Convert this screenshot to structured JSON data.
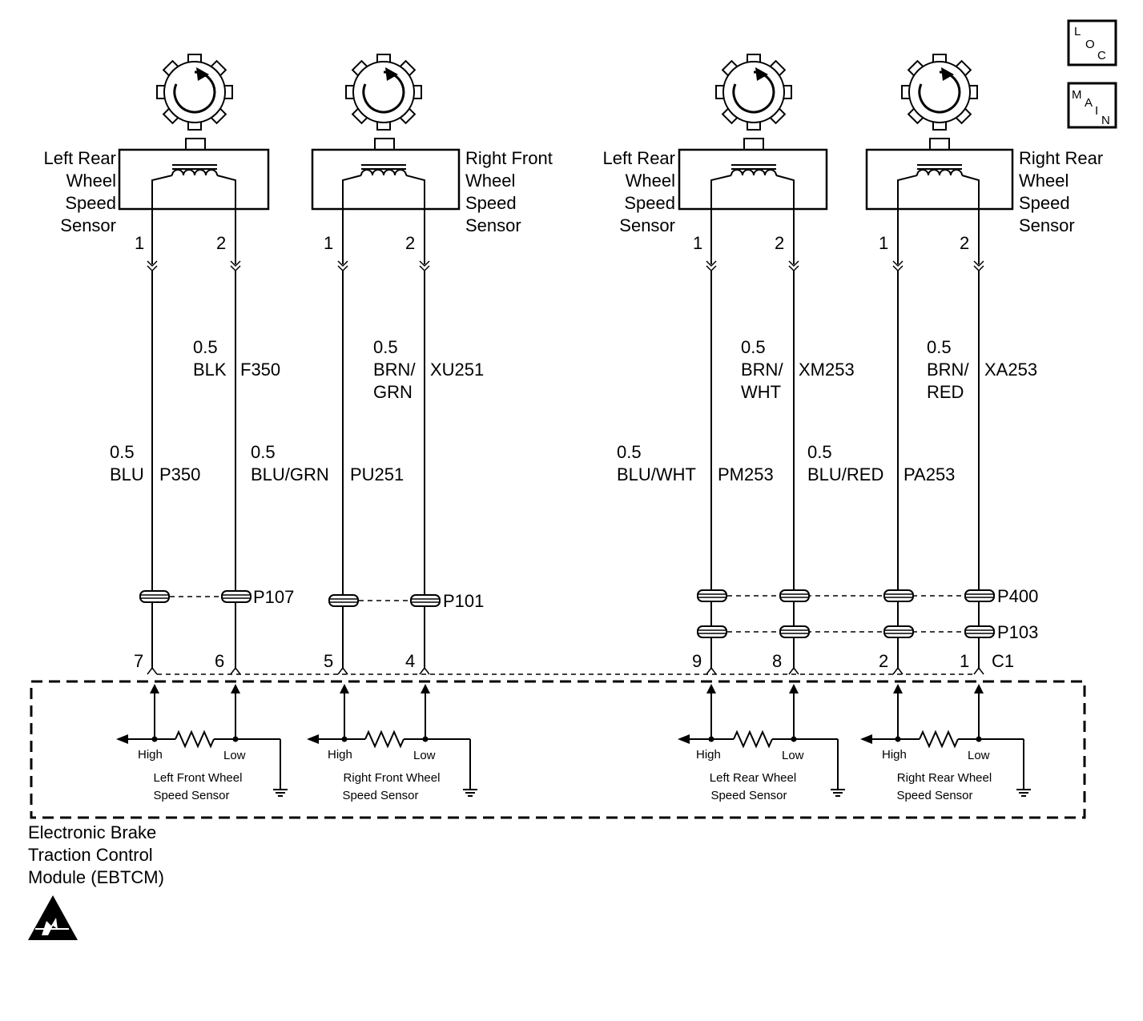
{
  "loc_box": {
    "l1": "L",
    "l2": "O",
    "l3": "C"
  },
  "main_box": {
    "l1": "M",
    "l2": "A",
    "l3": "I",
    "l4": "N"
  },
  "sensors": [
    {
      "name_lines": [
        "Left Rear",
        "Wheel",
        "Speed",
        "Sensor"
      ],
      "pin1": "1",
      "pin2": "2"
    },
    {
      "name_lines": [
        "Right Front",
        "Wheel",
        "Speed",
        "Sensor"
      ],
      "pin1": "1",
      "pin2": "2"
    },
    {
      "name_lines": [
        "Left Rear",
        "Wheel",
        "Speed",
        "Sensor"
      ],
      "pin1": "1",
      "pin2": "2"
    },
    {
      "name_lines": [
        "Right Rear",
        "Wheel",
        "Speed",
        "Sensor"
      ],
      "pin1": "1",
      "pin2": "2"
    }
  ],
  "wires": [
    {
      "gauge": "0.5",
      "color": "BLU",
      "circuit": "P350"
    },
    {
      "gauge": "0.5",
      "color": "BLK",
      "circuit": "F350"
    },
    {
      "gauge": "0.5",
      "color": "BLU/GRN",
      "circuit": "PU251"
    },
    {
      "gauge": "0.5",
      "color_l1": "BRN/",
      "color_l2": "GRN",
      "circuit": "XU251"
    },
    {
      "gauge": "0.5",
      "color": "BLU/WHT",
      "circuit": "PM253"
    },
    {
      "gauge": "0.5",
      "color_l1": "BRN/",
      "color_l2": "WHT",
      "circuit": "XM253"
    },
    {
      "gauge": "0.5",
      "color": "BLU/RED",
      "circuit": "PA253"
    },
    {
      "gauge": "0.5",
      "color_l1": "BRN/",
      "color_l2": "RED",
      "circuit": "XA253"
    }
  ],
  "connectors": {
    "p107": "P107",
    "p101": "P101",
    "p400": "P400",
    "p103": "P103",
    "c1": "C1"
  },
  "module_pins": [
    "7",
    "6",
    "5",
    "4",
    "9",
    "8",
    "2",
    "1"
  ],
  "inputs": [
    {
      "high": "High",
      "low": "Low",
      "name_l1": "Left Front Wheel",
      "name_l2": "Speed Sensor"
    },
    {
      "high": "High",
      "low": "Low",
      "name_l1": "Right Front Wheel",
      "name_l2": "Speed Sensor"
    },
    {
      "high": "High",
      "low": "Low",
      "name_l1": "Left Rear Wheel",
      "name_l2": "Speed Sensor"
    },
    {
      "high": "High",
      "low": "Low",
      "name_l1": "Right Rear Wheel",
      "name_l2": "Speed Sensor"
    }
  ],
  "module": {
    "line1": "Electronic Brake",
    "line2": "Traction Control",
    "line3": "Module (EBTCM)"
  }
}
